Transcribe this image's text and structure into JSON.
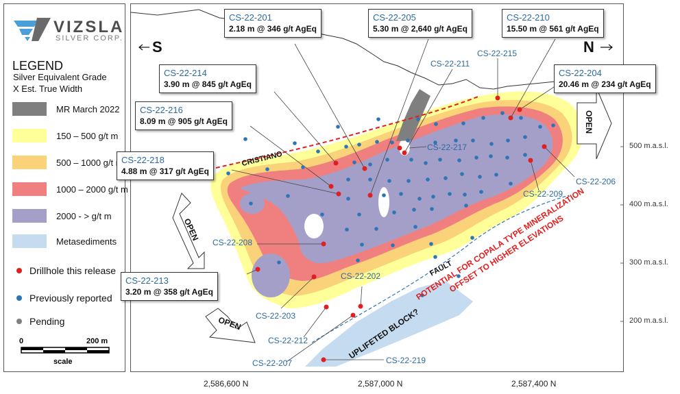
{
  "company": {
    "name": "VIZSLA",
    "sub": "SILVER CORP."
  },
  "legend": {
    "title": "LEGEND",
    "subtitle1": "Silver Equivalent Grade",
    "subtitle2": "X Est. True Width",
    "grades": [
      {
        "label": "MR March 2022",
        "color": "#7f7f7f"
      },
      {
        "label": "150 – 500 g/t m",
        "color": "#ffff99"
      },
      {
        "label": "500 – 1000 g/t m",
        "color": "#f9d27a"
      },
      {
        "label": "1000 – 2000 g/t m",
        "color": "#f08080"
      },
      {
        "label": "2000 - > g/t m",
        "color": "#a49fc8"
      },
      {
        "label": "Metasediments",
        "color": "#c5dbf0"
      }
    ],
    "points": [
      {
        "label": "Drillhole this release",
        "color": "#e02020"
      },
      {
        "label": "Previously reported",
        "color": "#2e75b6"
      },
      {
        "label": "Pending",
        "color": "#7f7f7f"
      }
    ],
    "scale": {
      "start": "0",
      "end": "200 m",
      "label": "scale"
    }
  },
  "map": {
    "south": "S",
    "north": "N",
    "open_label": "OPEN",
    "cristiano": "CRISTIANO",
    "fault": "FAULT",
    "uplifted_block": "UPLIFETED BLOCK?",
    "potential_line1": "POTENTIAL FOR COPALA TYPE MINERALIZATION",
    "potential_line2": "OFFSET TO HIGHER ELEVATIONS",
    "elevations": [
      "500 m.a.s.l.",
      "400 m.a.s.l.",
      "300 m.a.s.l.",
      "200 m.a.s.l."
    ],
    "eastings": [
      "2,586,600 N",
      "2,587,000 N",
      "2,587,400 N"
    ],
    "callouts": [
      {
        "id": "CS-22-201",
        "value": "2.18 m @ 346 g/t AgEq"
      },
      {
        "id": "CS-22-205",
        "value": "5.30 m @ 2,640 g/t AgEq"
      },
      {
        "id": "CS-22-210",
        "value": "15.50 m @ 561 g/t AgEq"
      },
      {
        "id": "CS-22-214",
        "value": "3.90 m @ 845 g/t AgEq"
      },
      {
        "id": "CS-22-204",
        "value": "20.46 m @ 234 g/t AgEq"
      },
      {
        "id": "CS-22-216",
        "value": "8.09 m @ 905 g/t AgEq"
      },
      {
        "id": "CS-22-218",
        "value": "4.88 m @ 317 g/t AgEq"
      },
      {
        "id": "CS-22-213",
        "value": "3.20 m @ 358 g/t AgEq"
      }
    ],
    "hole_labels": [
      "CS-22-215",
      "CS-22-211",
      "CS-22-217",
      "CS-22-206",
      "CS-22-209",
      "CS-22-208",
      "CS-22-202",
      "CS-22-203",
      "CS-22-212",
      "CS-22-207",
      "CS-22-219"
    ]
  }
}
